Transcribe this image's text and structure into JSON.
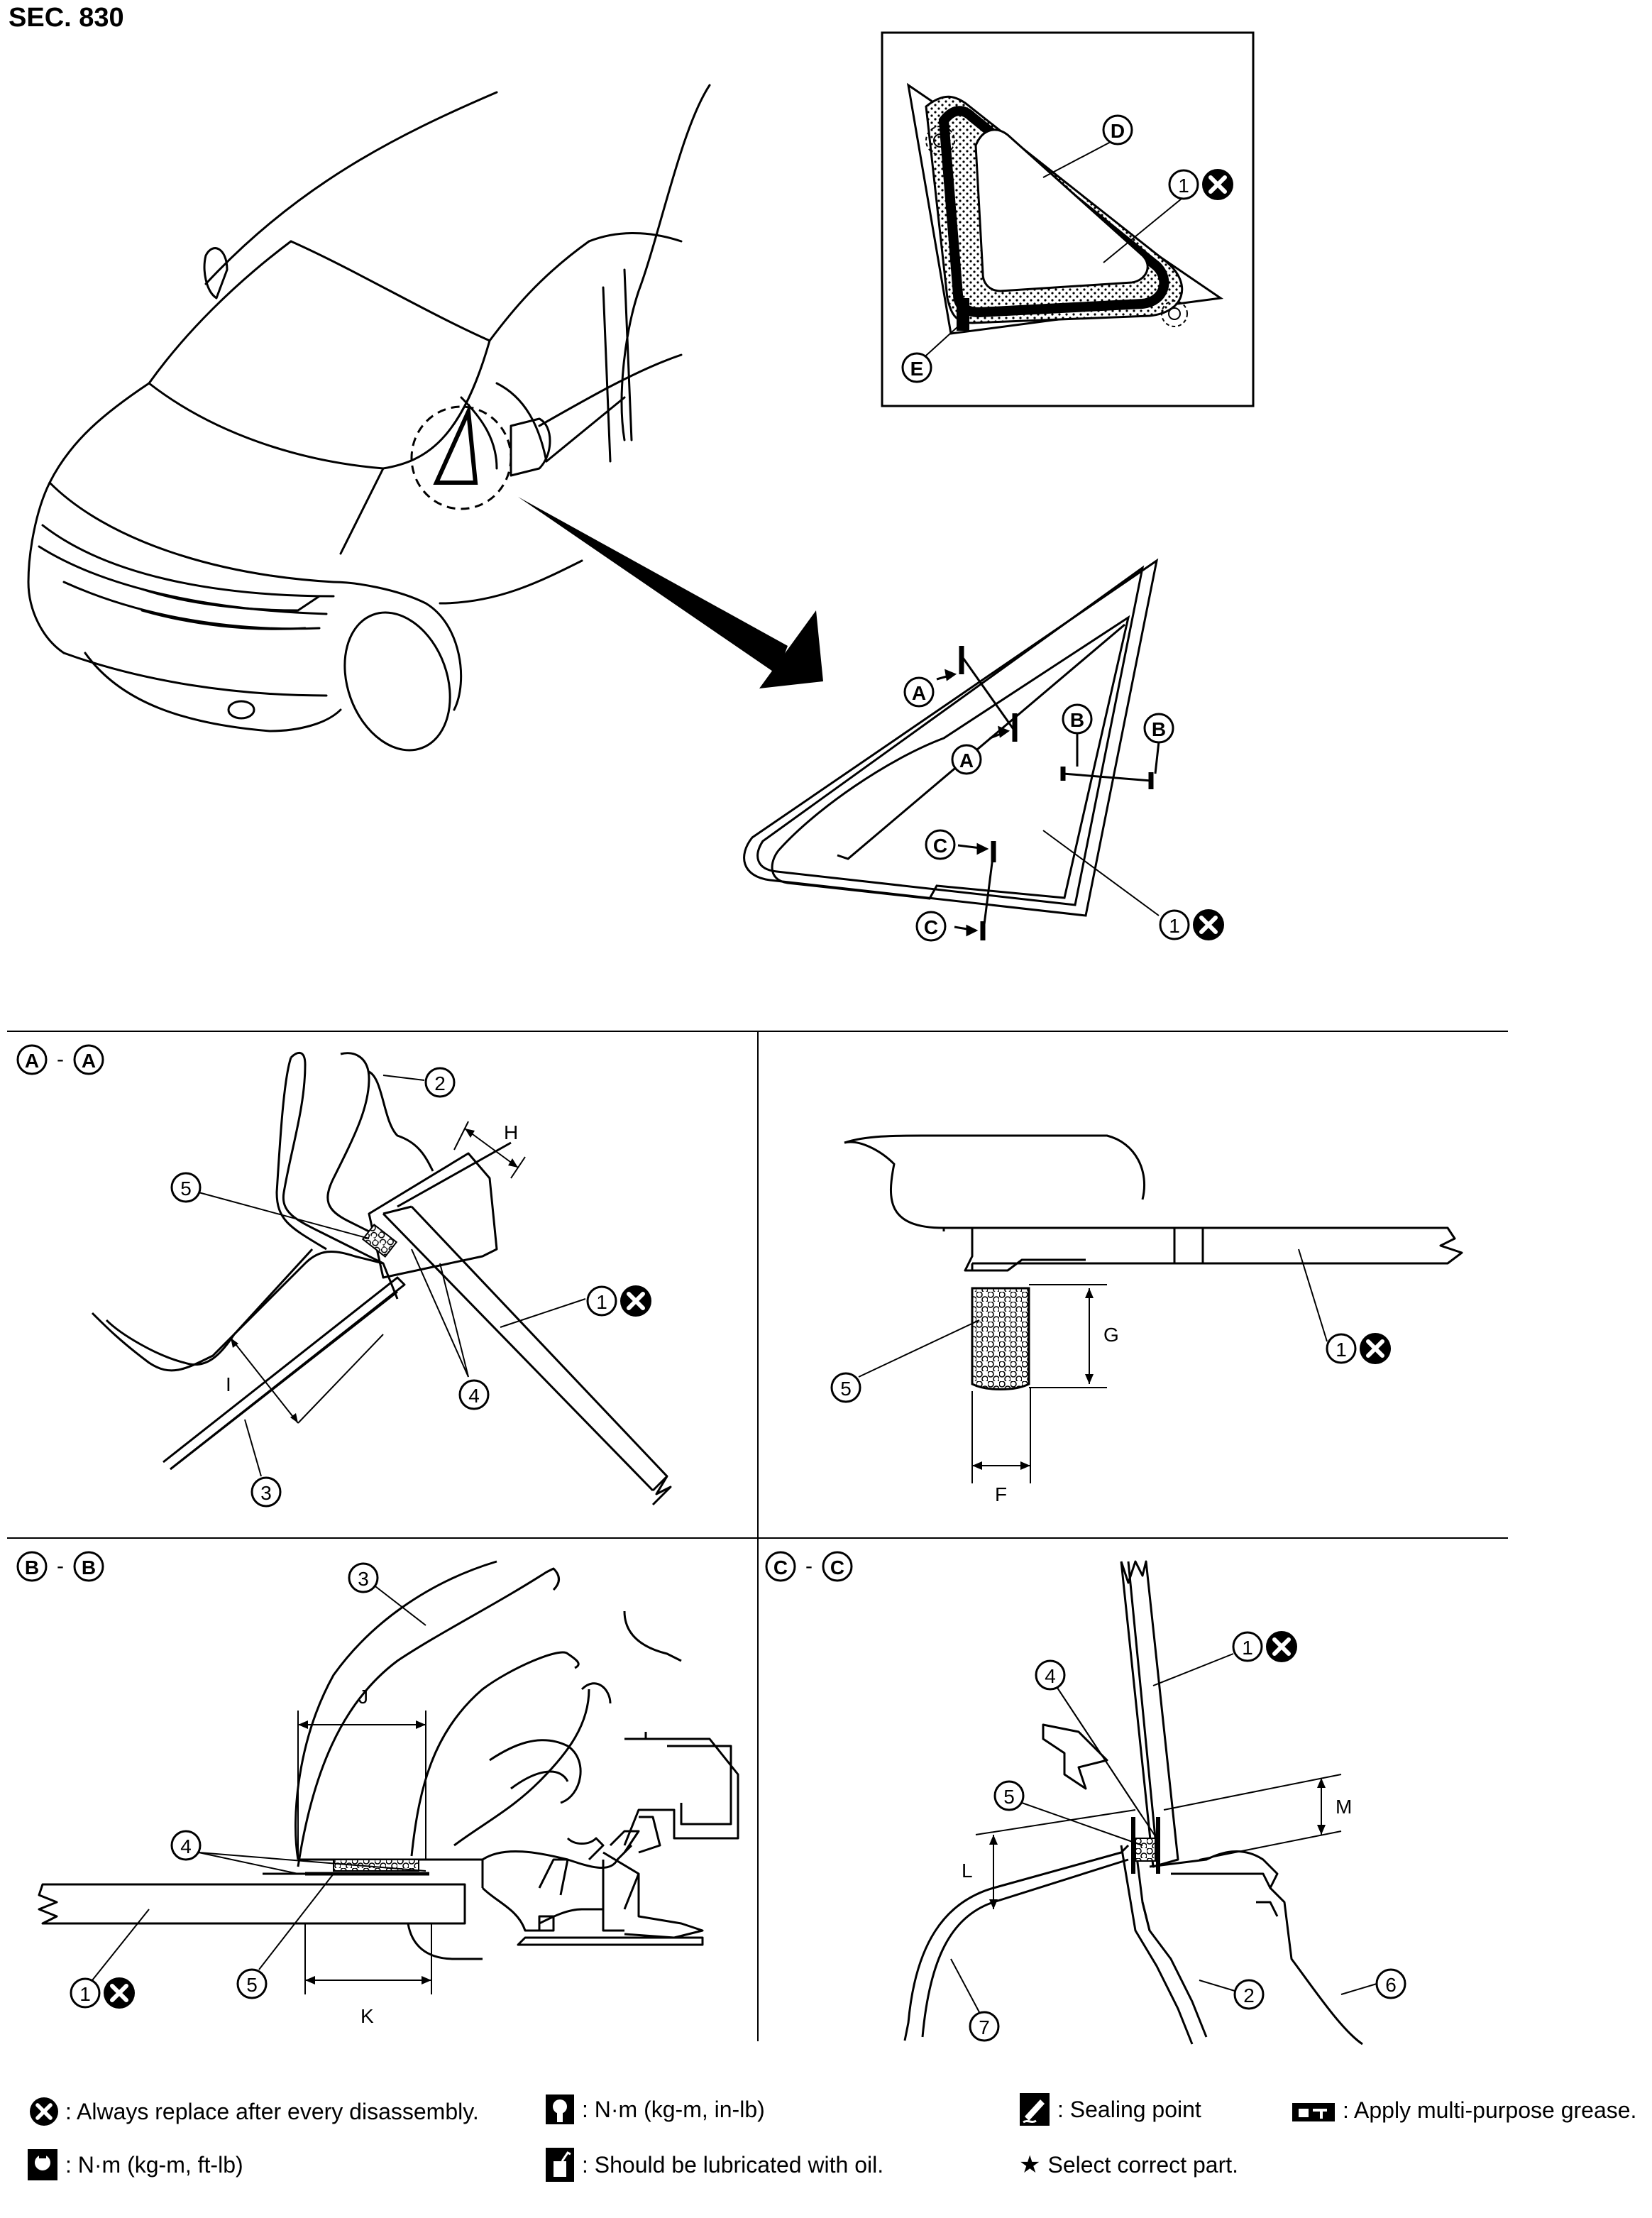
{
  "section_title": "SEC. 830",
  "callouts": {
    "part1": "1",
    "part2": "2",
    "part3": "3",
    "part4": "4",
    "part5": "5",
    "part6": "6",
    "part7": "7",
    "marker_A": "A",
    "marker_B": "B",
    "marker_C": "C",
    "marker_D": "D",
    "marker_E": "E"
  },
  "dimensions": {
    "F": "F",
    "G": "G",
    "H": "H",
    "I": "I",
    "J": "J",
    "K": "K",
    "L": "L",
    "M": "M"
  },
  "section_labels": {
    "aa_sep": "-",
    "bb_sep": "-",
    "cc_sep": "-"
  },
  "legend": {
    "replace": ": Always replace after every disassembly.",
    "torque_in": ": N·m (kg-m, in-lb)",
    "sealing": ": Sealing point",
    "grease": ": Apply multi-purpose grease.",
    "torque_ft": ": N·m (kg-m, ft-lb)",
    "oil": ": Should be lubricated with oil.",
    "select": "Select correct part."
  },
  "icons": [
    "x-circle-icon",
    "torque-wrench-icon",
    "sealant-tube-icon",
    "grease-gun-icon",
    "oil-can-icon",
    "star-icon"
  ]
}
